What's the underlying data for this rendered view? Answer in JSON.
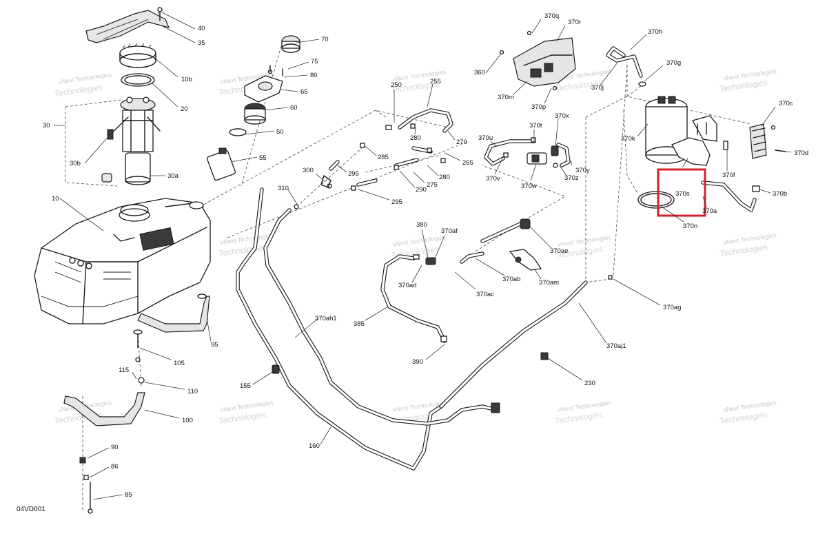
{
  "diagram_code": "04VD001",
  "watermark": {
    "line1": "vNext Technologies",
    "line2": "Technologies"
  },
  "highlight_color": "#d2232a",
  "callouts": [
    "40",
    "35",
    "10b",
    "20",
    "30",
    "30b",
    "30a",
    "10",
    "70",
    "75",
    "80",
    "65",
    "60",
    "50",
    "55",
    "95",
    "105",
    "115",
    "110",
    "100",
    "90",
    "86",
    "85",
    "250",
    "255",
    "280",
    "270",
    "265",
    "285",
    "295",
    "280",
    "275",
    "290",
    "295",
    "300",
    "310",
    "360",
    "370q",
    "370r",
    "370m",
    "370p",
    "370h",
    "370g",
    "370j",
    "370c",
    "370u",
    "370t",
    "370x",
    "370y",
    "370z",
    "370v",
    "370w",
    "370k",
    "370d",
    "370f",
    "370b",
    "370s",
    "370n",
    "370a",
    "380",
    "370af",
    "370ae",
    "370ad",
    "370ac",
    "370ab",
    "370am",
    "370ag",
    "370ah1",
    "385",
    "390",
    "370aj1",
    "230",
    "155",
    "160"
  ]
}
